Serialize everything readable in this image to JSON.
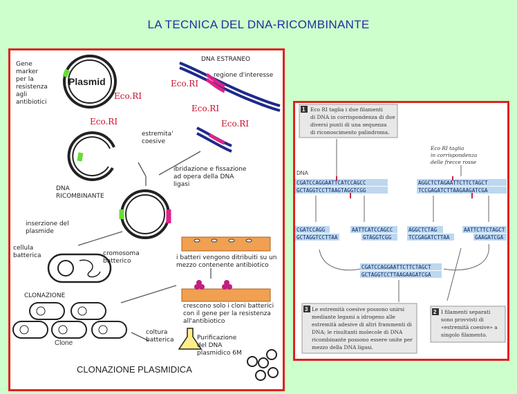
{
  "title": "LA TECNICA DEL DNA-RICOMBINANTE",
  "left": {
    "gene_marker": [
      "Gene",
      "marker",
      "per la",
      "resistenza",
      "agli",
      "antibiotici"
    ],
    "plasmid": "Plasmid",
    "ecori": "Eco.RI",
    "dna_estraneo": "DNA ESTRANEO",
    "regione": "regione d'interesse",
    "estremita": [
      "estremita'",
      "coesive"
    ],
    "dna_ricomb": [
      "DNA",
      "RICOMBINANTE"
    ],
    "ibridazione": [
      "ibridazione e fissazione",
      "ad opera della DNA",
      "ligasi"
    ],
    "inserzione": [
      "inserzione del",
      "plasmide"
    ],
    "cellula": [
      "cellula",
      "batterica"
    ],
    "cromosoma": [
      "cromosoma",
      "batterico"
    ],
    "batteri": [
      "i batteri vengono ditribuiti su un",
      "mezzo contenente antibiotico"
    ],
    "clonazione": "CLONAZIONE",
    "crescono": [
      "crescono solo i cloni batterici",
      "con il gene per la resistenza",
      "all'antibiotico"
    ],
    "coltura": [
      "coltura",
      "batterica"
    ],
    "purificazione": [
      "Purificazione",
      "del DNA",
      "plasmidico 6M"
    ],
    "clone": "Clone",
    "clonazione_plasmidica": "CLONAZIONE PLASMIDICA"
  },
  "right": {
    "step1_num": "1",
    "step1": [
      "Eco RI taglia i due filamenti",
      "di DNA in corrispondenza di due",
      "diversi punti di una sequenza",
      "di riconoscimento palindroma."
    ],
    "ecori_taglia": [
      "Eco RI taglia",
      "in corrispondenza",
      "delle frecce rosse"
    ],
    "dna": "DNA",
    "seq_top_left": "CGATCCAGGAATTCATCCAGCC",
    "seq_bot_left": "GCTAGGTCCTTAAGTAGGTCGG",
    "seq_top_right": "AGGCTCTAGAATTCTTCTAGCT",
    "seq_bot_right": "TCCGAGATCTTAAGAAGATCGA",
    "frag": [
      "CGATCCAGG",
      "GCTAGGTCCTTAA",
      "AATTCATCCAGCC",
      "GTAGGTCGG",
      "AGGCTCTAG",
      "TCCGAGATCTTAA",
      "AATTCTTCTAGCT",
      "GAAGATCGA"
    ],
    "rec_top": "CGATCCAGGAATTCTTCTAGCT",
    "rec_bot": "GCTAGGTCCTTAAGAAGATCGA",
    "step3_num": "3",
    "step3": [
      "Le estremità coesive possono unirsi",
      "mediante legami a idrogeno alle",
      "estremità adesive di altri frammenti di",
      "DNA; le risultanti molecole di DNA",
      "ricombinante possono essere unite per",
      "mezzo della DNA ligasi."
    ],
    "step2_num": "2",
    "step2": [
      "I filamenti separati",
      "sono provvisti di",
      "«estremità coesive» a",
      "singolo filamento."
    ]
  }
}
